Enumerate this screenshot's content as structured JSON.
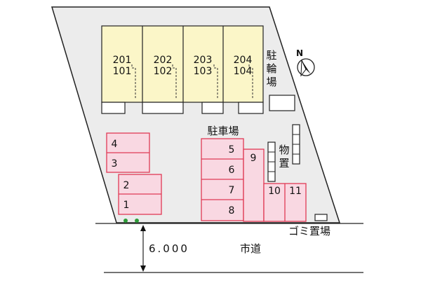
{
  "colors": {
    "site_fill": "#ececec",
    "building_fill": "#fbf6c8",
    "parking_fill": "#f9d8e2",
    "parking_stroke": "#e03a55",
    "outline": "#222222",
    "shrub": "#2e9d3a"
  },
  "units": [
    {
      "upper": "201",
      "lower": "101"
    },
    {
      "upper": "202",
      "lower": "102"
    },
    {
      "upper": "203",
      "lower": "103"
    },
    {
      "upper": "204",
      "lower": "104"
    }
  ],
  "labels": {
    "bicycle_parking": [
      "駐",
      "輪",
      "場"
    ],
    "parking_area": "駐車場",
    "storage": [
      "物",
      "置"
    ],
    "garbage": "ゴミ置場",
    "city_road": "市道",
    "road_width": "6.000",
    "north": "N"
  },
  "parking_spaces": {
    "group_a": [
      "4",
      "3"
    ],
    "group_b": [
      "2",
      "1"
    ],
    "group_c": [
      "5",
      "6",
      "7",
      "8"
    ],
    "space_9": "9",
    "group_d": [
      "10",
      "11"
    ]
  },
  "icons": {
    "compass": "north-compass-icon",
    "dimension": "dimension-arrow-icon",
    "shrubs": "shrub-icon"
  }
}
